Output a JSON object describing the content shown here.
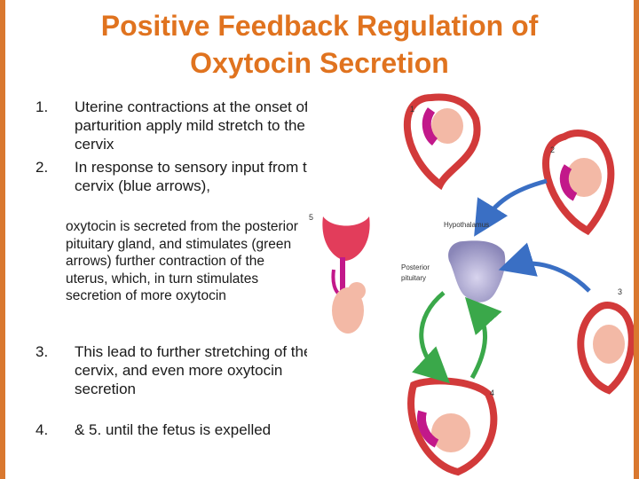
{
  "slide": {
    "title_line1": "Positive  Feedback  Regulation  of",
    "title_line2": "Oxytocin Secretion",
    "accent_color": "#e0731f"
  },
  "steps": [
    {
      "num": "1.",
      "text": "Uterine contractions at the onset of parturition apply mild stretch to the cervix"
    },
    {
      "num": "2.",
      "text": "In response to sensory input from the cervix (blue arrows),"
    },
    {
      "sub": "oxytocin is secreted from the posterior pituitary gland, and stimulates (green arrows) further contraction of the uterus, which, in turn stimulates secretion of more oxytocin"
    },
    {
      "num": "3.",
      "text": "This lead to further stretching of the cervix, and even more oxytocin secretion"
    },
    {
      "num": "4.",
      "text": "& 5. until the fetus is expelled"
    }
  ],
  "figure": {
    "label_1": "1",
    "label_2": "2",
    "label_3": "3",
    "label_4": "4",
    "label_5": "5",
    "hypothalamus_label": "Hypothalamus",
    "posterior_label_line1": "Posterior",
    "posterior_label_line2": "pituitary",
    "sensory_arrow_color": "#3a6fc4",
    "oxytocin_arrow_color": "#3aa84a",
    "uterus_color": "#d23a3a",
    "cervix_color": "#c2188a"
  }
}
